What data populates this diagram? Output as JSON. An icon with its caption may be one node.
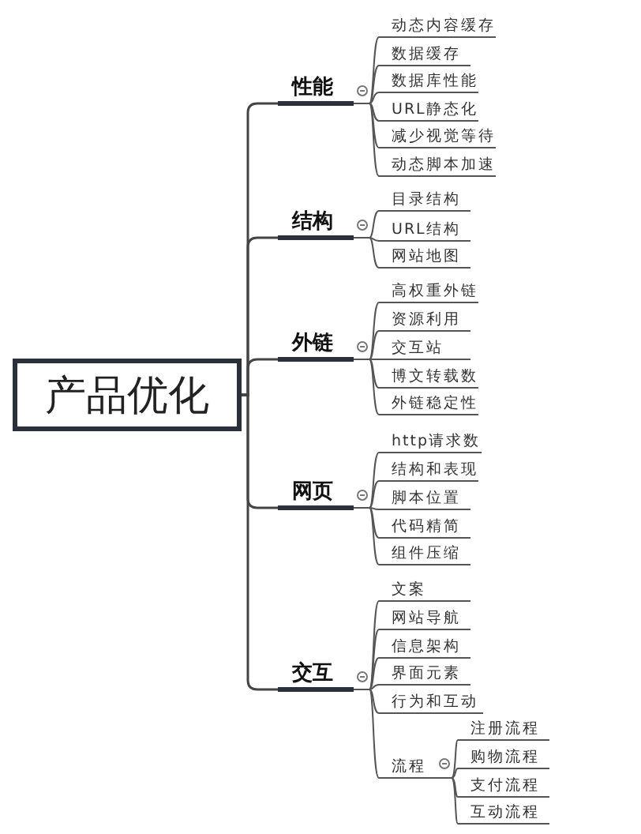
{
  "diagram": {
    "nodes": [
      {
        "text": [
          "产品优化"
        ]
      },
      {
        "text": [
          "性能"
        ]
      },
      {
        "text": [
          "动态内容缓存"
        ]
      },
      {
        "text": [
          "数据缓存"
        ]
      },
      {
        "text": [
          "数据库性能"
        ]
      },
      {
        "text": [
          "URL静态化"
        ]
      },
      {
        "text": [
          "减少视觉等待"
        ]
      },
      {
        "text": [
          "动态脚本加速"
        ]
      },
      {
        "text": [
          "结构"
        ]
      },
      {
        "text": [
          "目录结构"
        ]
      },
      {
        "text": [
          "URL结构"
        ]
      },
      {
        "text": [
          "网站地图"
        ]
      },
      {
        "text": [
          "外链"
        ]
      },
      {
        "text": [
          "高权重外链"
        ]
      },
      {
        "text": [
          "资源利用"
        ]
      },
      {
        "text": [
          "交互站"
        ]
      },
      {
        "text": [
          "博文转载数"
        ]
      },
      {
        "text": [
          "外链稳定性"
        ]
      },
      {
        "text": [
          "网页"
        ]
      },
      {
        "text": [
          "http请求数"
        ]
      },
      {
        "text": [
          "结构和表现"
        ]
      },
      {
        "text": [
          "脚本位置"
        ]
      },
      {
        "text": [
          "代码精简"
        ]
      },
      {
        "text": [
          "组件压缩"
        ]
      },
      {
        "text": [
          "交互"
        ]
      },
      {
        "text": [
          "文案"
        ]
      },
      {
        "text": [
          "网站导航"
        ]
      },
      {
        "text": [
          "信息架构"
        ]
      },
      {
        "text": [
          "界面元素"
        ]
      },
      {
        "text": [
          "行为和互动"
        ]
      },
      {
        "text": [
          "流程"
        ]
      },
      {
        "text": [
          "注册流程"
        ]
      },
      {
        "text": [
          "购物流程"
        ]
      },
      {
        "text": [
          "支付流程"
        ]
      },
      {
        "text": [
          "互动流程"
        ]
      }
    ],
    "edges": [
      {
        "from": 0,
        "to": 1,
        "arrow": "none"
      },
      {
        "from": 1,
        "to": 2,
        "arrow": "none"
      },
      {
        "from": 1,
        "to": 3,
        "arrow": "none"
      },
      {
        "from": 1,
        "to": 4,
        "arrow": "none"
      },
      {
        "from": 1,
        "to": 5,
        "arrow": "none"
      },
      {
        "from": 1,
        "to": 6,
        "arrow": "none"
      },
      {
        "from": 1,
        "to": 7,
        "arrow": "none"
      },
      {
        "from": 0,
        "to": 8,
        "arrow": "none"
      },
      {
        "from": 8,
        "to": 9,
        "arrow": "none"
      },
      {
        "from": 8,
        "to": 10,
        "arrow": "none"
      },
      {
        "from": 8,
        "to": 11,
        "arrow": "none"
      },
      {
        "from": 0,
        "to": 12,
        "arrow": "none"
      },
      {
        "from": 12,
        "to": 13,
        "arrow": "none"
      },
      {
        "from": 12,
        "to": 14,
        "arrow": "none"
      },
      {
        "from": 12,
        "to": 15,
        "arrow": "none"
      },
      {
        "from": 12,
        "to": 16,
        "arrow": "none"
      },
      {
        "from": 12,
        "to": 17,
        "arrow": "none"
      },
      {
        "from": 0,
        "to": 18,
        "arrow": "none"
      },
      {
        "from": 18,
        "to": 19,
        "arrow": "none"
      },
      {
        "from": 18,
        "to": 20,
        "arrow": "none"
      },
      {
        "from": 18,
        "to": 21,
        "arrow": "none"
      },
      {
        "from": 18,
        "to": 22,
        "arrow": "none"
      },
      {
        "from": 18,
        "to": 23,
        "arrow": "none"
      },
      {
        "from": 0,
        "to": 24,
        "arrow": "none"
      },
      {
        "from": 24,
        "to": 25,
        "arrow": "none"
      },
      {
        "from": 24,
        "to": 26,
        "arrow": "none"
      },
      {
        "from": 24,
        "to": 27,
        "arrow": "none"
      },
      {
        "from": 24,
        "to": 28,
        "arrow": "none"
      },
      {
        "from": 24,
        "to": 29,
        "arrow": "none"
      },
      {
        "from": 24,
        "to": 30,
        "arrow": "none"
      },
      {
        "from": 30,
        "to": 31,
        "arrow": "none"
      },
      {
        "from": 30,
        "to": 32,
        "arrow": "none"
      },
      {
        "from": 30,
        "to": 33,
        "arrow": "none"
      },
      {
        "from": 30,
        "to": 34,
        "arrow": "none"
      }
    ]
  }
}
